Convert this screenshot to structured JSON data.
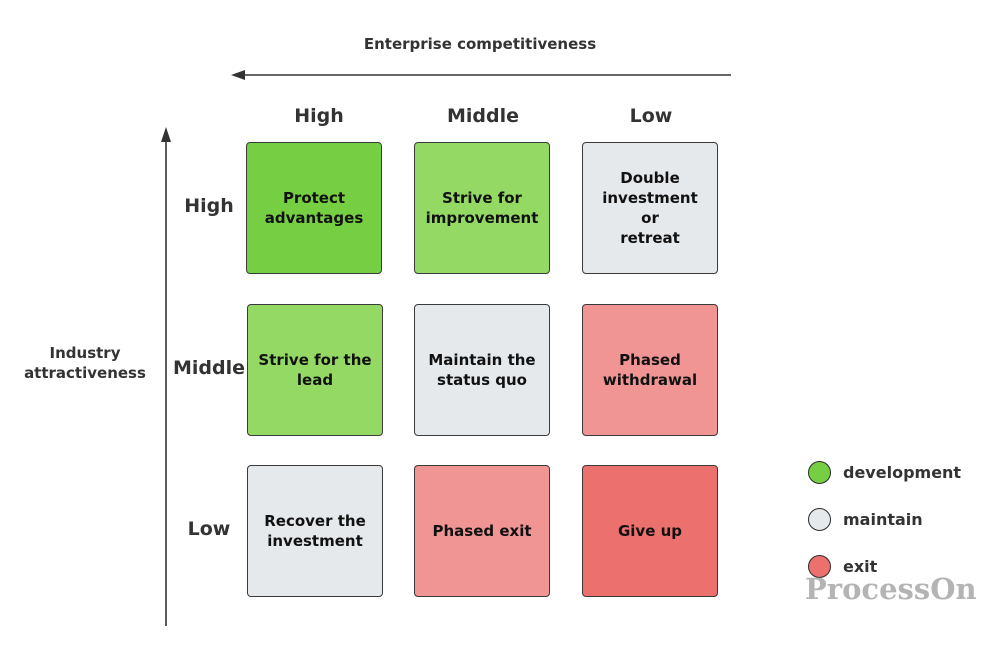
{
  "x_axis": {
    "title": "Enterprise competitiveness",
    "direction": "right-to-left",
    "labels": [
      "High",
      "Middle",
      "Low"
    ]
  },
  "y_axis": {
    "title_line1": "Industry",
    "title_line2": "attractiveness",
    "direction": "bottom-to-top",
    "labels": [
      "High",
      "Middle",
      "Low"
    ]
  },
  "colors": {
    "development_dark": "#76cf42",
    "development_light": "#95d965",
    "maintain": "#e6e9ec",
    "exit_light": "#f09494",
    "exit_dark": "#ec706d",
    "axis": "#333333"
  },
  "matrix": [
    [
      {
        "line1": "Protect",
        "line2": "advantages",
        "line3": "",
        "category": "development",
        "color": "#76cf42"
      },
      {
        "line1": "Strive for",
        "line2": "improvement",
        "line3": "",
        "category": "development",
        "color": "#95d965"
      },
      {
        "line1": "Double",
        "line2": "investment or",
        "line3": "retreat",
        "category": "maintain",
        "color": "#e6e9ec"
      }
    ],
    [
      {
        "line1": "Strive for the",
        "line2": "lead",
        "line3": "",
        "category": "development",
        "color": "#95d965"
      },
      {
        "line1": "Maintain the",
        "line2": "status quo",
        "line3": "",
        "category": "maintain",
        "color": "#e6e9ec"
      },
      {
        "line1": "Phased",
        "line2": "withdrawal",
        "line3": "",
        "category": "exit",
        "color": "#f09494"
      }
    ],
    [
      {
        "line1": "Recover the",
        "line2": "investment",
        "line3": "",
        "category": "maintain",
        "color": "#e6e9ec"
      },
      {
        "line1": "Phased exit",
        "line2": "",
        "line3": "",
        "category": "exit",
        "color": "#f09494"
      },
      {
        "line1": "Give up",
        "line2": "",
        "line3": "",
        "category": "exit",
        "color": "#ec706d"
      }
    ]
  ],
  "legend": [
    {
      "label": "development",
      "color": "#76cf42"
    },
    {
      "label": "maintain",
      "color": "#e6e9ec"
    },
    {
      "label": "exit",
      "color": "#ec706d"
    }
  ],
  "watermark": "ProcessOn"
}
